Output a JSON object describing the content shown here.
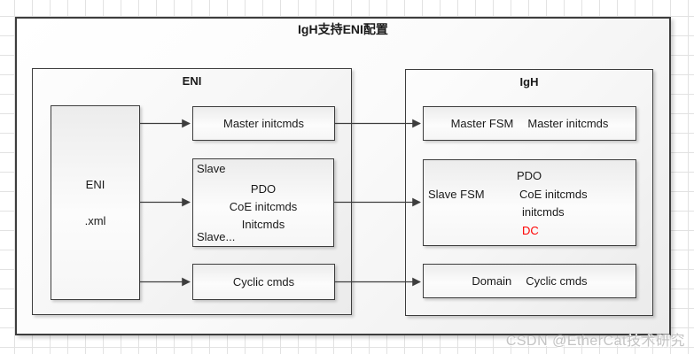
{
  "page": {
    "title": "IgH支持ENI配置"
  },
  "watermark": {
    "text": "CSDN @EtherCat技术研究"
  },
  "eni_panel": {
    "header": "ENI",
    "source_box": {
      "line1": "ENI",
      "line2": ".xml"
    },
    "master_box": {
      "label": "Master initcmds"
    },
    "slave_box": {
      "corner_top": "Slave",
      "lines": [
        "PDO",
        "CoE initcmds",
        "Initcmds"
      ],
      "corner_bottom": "Slave..."
    },
    "cyclic_box": {
      "label": "Cyclic cmds"
    }
  },
  "igh_panel": {
    "header": "IgH",
    "master_box": {
      "left_label": "Master FSM",
      "right_label": "Master initcmds"
    },
    "slave_box": {
      "left_label": "Slave FSM",
      "lines": [
        "PDO",
        "CoE initcmds",
        "initcmds"
      ],
      "dc_label": "DC"
    },
    "domain_box": {
      "left_label": "Domain",
      "right_label": "Cyclic cmds"
    }
  },
  "colors": {
    "dc_red": "#ff0000",
    "shape_border": "#3d3d3d",
    "grid_line": "#e2e2e2"
  }
}
